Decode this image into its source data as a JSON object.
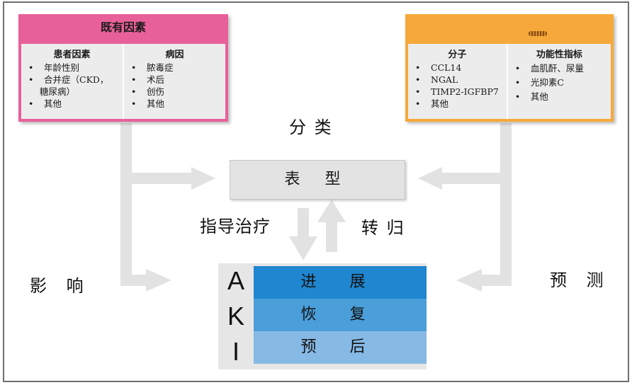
{
  "existing_factors": {
    "title": "既有因素",
    "patient_factors": {
      "title": "患者因素",
      "items": [
        "年龄性别",
        "合并症（CKD，",
        "糖尿病）",
        "其他"
      ]
    },
    "etiology": {
      "title": "病因",
      "items": [
        "脓毒症",
        "术后",
        "创伤",
        "其他"
      ]
    }
  },
  "biomarkers": {
    "molecules": {
      "title": "分子",
      "items": [
        "CCL14",
        "NGAL",
        "TIMP2-IGFBP7",
        "其他"
      ]
    },
    "functional": {
      "title": "功能性指标",
      "items": [
        "血肌酐、尿量",
        "光抑素C",
        "其他"
      ]
    }
  },
  "labels": {
    "classification": "分 类",
    "phenotype": "表 型",
    "guide_treatment": "指导治疗",
    "outcome": "转 归",
    "influence": "影 响",
    "prediction": "预 测"
  },
  "aki": {
    "letters": [
      "A",
      "K",
      "I"
    ],
    "rows": [
      "进 展",
      "恢 复",
      "预 后"
    ]
  },
  "colors": {
    "pink": "#e8609a",
    "orange": "#f6a93a",
    "blue_dark": "#1f86cf",
    "blue_mid": "#4a9ed9",
    "blue_light": "#86b9e4",
    "arrow": "#e0e0e0"
  }
}
